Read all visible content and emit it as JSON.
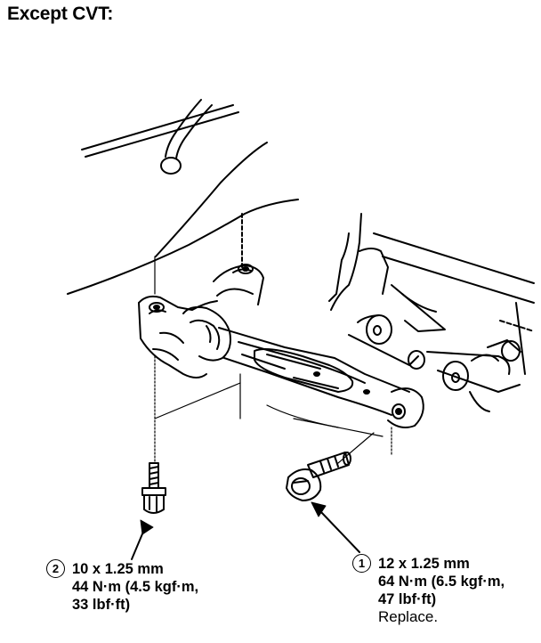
{
  "title": "Except CVT:",
  "callouts": [
    {
      "number": "1",
      "lines": [
        "12 x 1.25 mm",
        "64 N·m (6.5 kgf·m,",
        "47 lbf·ft)"
      ],
      "note": "Replace."
    },
    {
      "number": "2",
      "lines": [
        "10 x 1.25 mm",
        "44 N·m (4.5 kgf·m,",
        "33 lbf·ft)"
      ]
    }
  ],
  "icons": [
    "bolt-icon",
    "flange-bolt-icon",
    "arrow-icon"
  ]
}
